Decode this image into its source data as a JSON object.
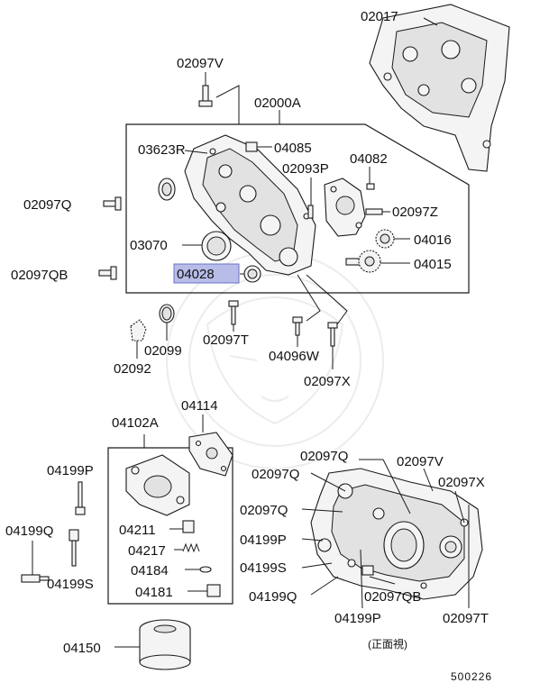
{
  "callouts": {
    "c02017": "02017",
    "c02097V_top": "02097V",
    "c02000A": "02000A",
    "c03623R": "03623R",
    "c04085": "04085",
    "c02093P": "02093P",
    "c04082": "04082",
    "c02097Q_left": "02097Q",
    "c02097Z": "02097Z",
    "c03070": "03070",
    "c04016": "04016",
    "c04028": "04028",
    "c04015": "04015",
    "c02097QB_left": "02097QB",
    "c02099": "02099",
    "c02097T_mid": "02097T",
    "c02092": "02092",
    "c04096W": "04096W",
    "c02097X_mid": "02097X",
    "c04114": "04114",
    "c04102A": "04102A",
    "c04199P_left": "04199P",
    "c04199Q_left": "04199Q",
    "c04199S_left": "04199S",
    "c04211": "04211",
    "c04217": "04217",
    "c04184": "04184",
    "c04181": "04181",
    "c04150": "04150",
    "c02097Q_r1": "02097Q",
    "c02097V_r": "02097V",
    "c02097Q_r2": "02097Q",
    "c02097X_r": "02097X",
    "c02097Q_r3": "02097Q",
    "c04199P_r": "04199P",
    "c04199S_r": "04199S",
    "c04199Q_r": "04199Q",
    "c02097QB_r": "02097QB",
    "c04199P_r2": "04199P",
    "c02097T_r": "02097T"
  },
  "view_note": "(正面視)",
  "diagram_code": "500226",
  "highlight_color": "#b8bce8"
}
